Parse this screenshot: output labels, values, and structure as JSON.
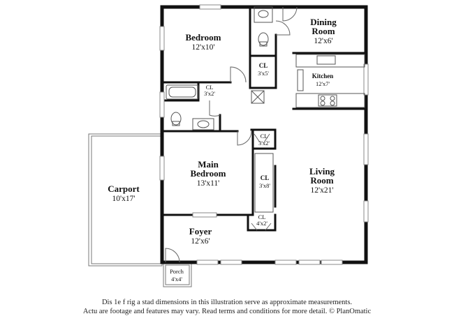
{
  "rooms": {
    "bedroom": {
      "name": "Bedroom",
      "dim": "12'x10'"
    },
    "dining": {
      "name1": "Dining",
      "name2": "Room",
      "dim": "12'x6'"
    },
    "kitchen": {
      "name": "Kitchen",
      "dim": "12'x7'"
    },
    "cl_hall": {
      "name": "CL",
      "dim": "3'x5'"
    },
    "cl_bath": {
      "name": "CL",
      "dim": "3'x2'"
    },
    "cl_top": {
      "name": "CL",
      "dim": "3'x2'"
    },
    "cl_mid": {
      "name": "CL",
      "dim": "3'x8'"
    },
    "cl_foyer": {
      "name": "CL",
      "dim": "4'x2'"
    },
    "main_bedroom": {
      "name1": "Main",
      "name2": "Bedroom",
      "dim": "13'x11'"
    },
    "living": {
      "name1": "Living",
      "name2": "Room",
      "dim": "12'x21'"
    },
    "carport": {
      "name": "Carport",
      "dim": "10'x17'"
    },
    "foyer": {
      "name": "Foyer",
      "dim": "12'x6'"
    },
    "porch": {
      "name": "Porch",
      "dim": "4'x4'"
    }
  },
  "disclaimer": {
    "line1": "Dis    1e f rig a  stad dimensions in this illustration serve as approximate measurements.",
    "line2": "Actu    are footage and features may vary. Read terms and conditions for more detail. © PlanOmatic"
  }
}
